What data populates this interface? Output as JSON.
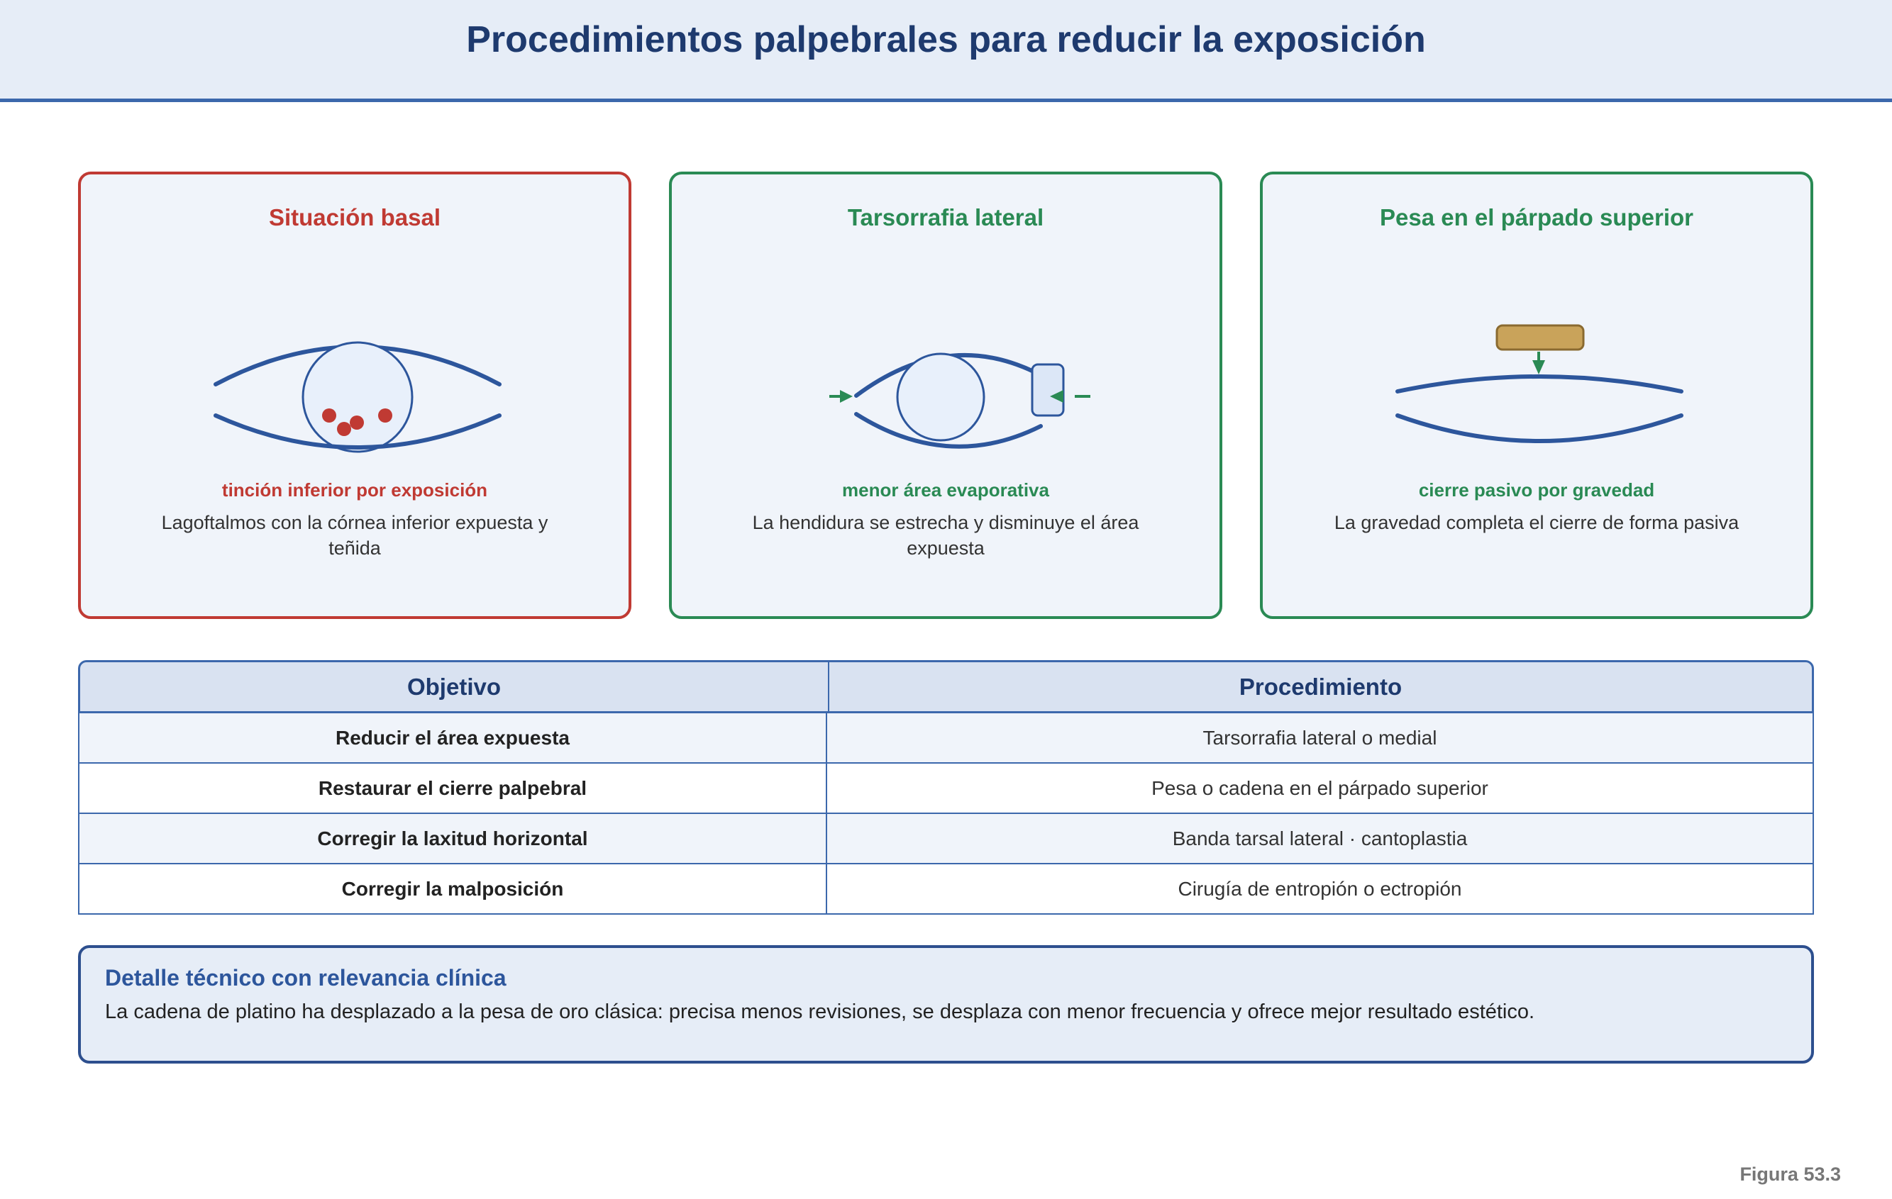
{
  "title": "Procedimientos palpebrales para reducir la exposición",
  "panels": [
    {
      "title": "Situación basal",
      "note": "tinción inferior por exposición",
      "desc": "Lagoftalmos con la córnea inferior expuesta y teñida",
      "accent": "#c03a33"
    },
    {
      "title": "Tarsorrafia lateral",
      "note": "menor área evaporativa",
      "desc": "La hendidura se estrecha y disminuye el área expuesta",
      "accent": "#2a8a54"
    },
    {
      "title": "Pesa en el párpado superior",
      "note": "cierre pasivo por gravedad",
      "desc": "La gravedad completa el cierre de forma pasiva",
      "accent": "#2a8a54"
    }
  ],
  "table": {
    "headers": [
      "Objetivo",
      "Procedimiento"
    ],
    "rows": [
      [
        "Reducir el área expuesta",
        "Tarsorrafia lateral o medial"
      ],
      [
        "Restaurar el cierre palpebral",
        "Pesa o cadena en el párpado superior"
      ],
      [
        "Corregir la laxitud horizontal",
        "Banda tarsal lateral · cantoplastia"
      ],
      [
        "Corregir la malposición",
        "Cirugía de entropión o ectropión"
      ]
    ]
  },
  "note": {
    "title": "Detalle técnico con relevancia clínica",
    "text": "La cadena de platino ha desplazado a la pesa de oro clásica: precisa menos revisiones, se desplaza con menor frecuencia y ofrece mejor resultado estético."
  },
  "figure_label": "Figura 53.3",
  "colors": {
    "eyelid": "#2d569c",
    "cornea_fill": "#e8f0fb",
    "stain": "#c03a33",
    "arrow": "#2a8a54",
    "weight": "#c9a35a"
  }
}
